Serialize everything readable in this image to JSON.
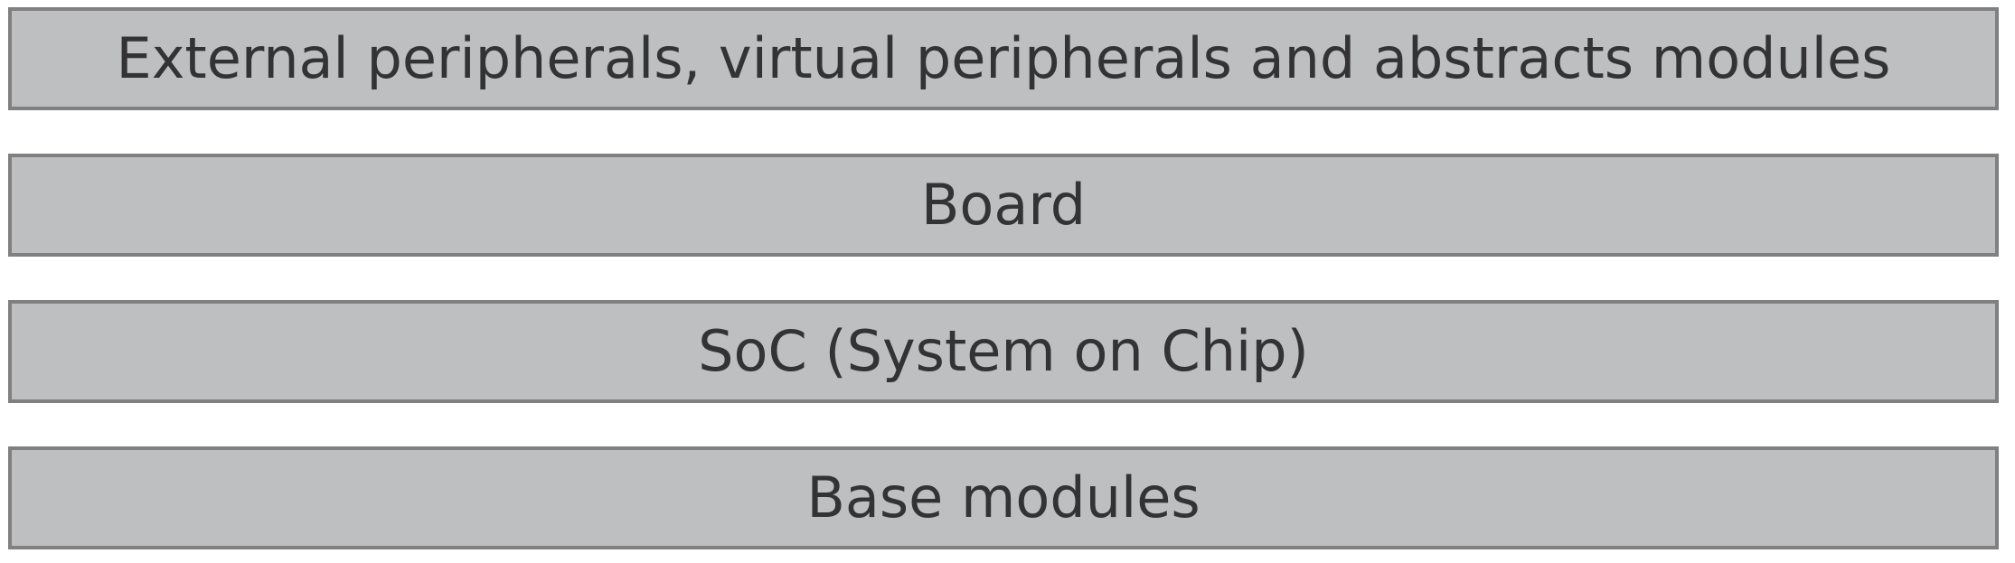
{
  "layers": [
    {
      "label": "External peripherals, virtual peripherals and abstracts modules"
    },
    {
      "label": "Board"
    },
    {
      "label": "SoC (System on Chip)"
    },
    {
      "label": "Base modules"
    }
  ],
  "colors": {
    "layer_fill": "#bebfc1",
    "layer_border": "#808081",
    "text": "#333336",
    "background": "#ffffff"
  }
}
